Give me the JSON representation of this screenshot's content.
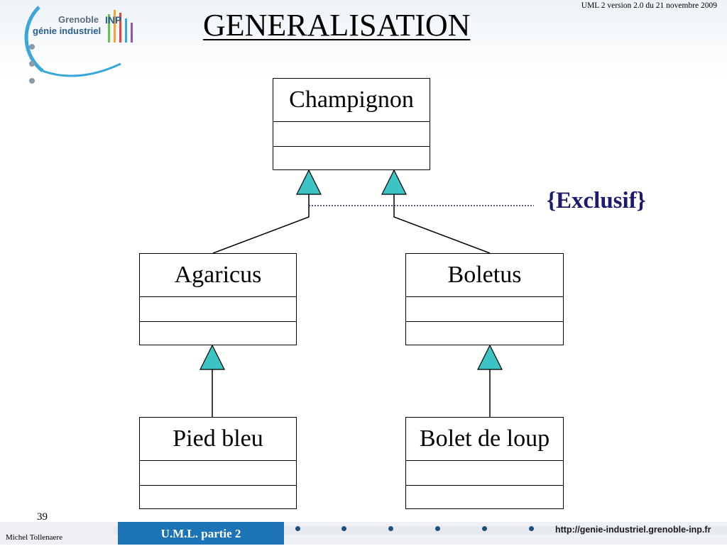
{
  "header": {
    "logo_line1": "Grenoble",
    "logo_inp": "INP",
    "logo_line2": "génie industriel",
    "title": "GENERALISATION",
    "version": "UML 2 version 2.0  du  21 novembre 2009"
  },
  "diagram": {
    "classes": [
      {
        "id": "champignon",
        "name": "Champignon"
      },
      {
        "id": "agaricus",
        "name": "Agaricus"
      },
      {
        "id": "boletus",
        "name": "Boletus"
      },
      {
        "id": "pied-bleu",
        "name": "Pied bleu"
      },
      {
        "id": "bolet-de-loup",
        "name": "Bolet de loup"
      }
    ],
    "generalizations": [
      {
        "child": "agaricus",
        "parent": "champignon"
      },
      {
        "child": "boletus",
        "parent": "champignon"
      },
      {
        "child": "pied-bleu",
        "parent": "agaricus"
      },
      {
        "child": "bolet-de-loup",
        "parent": "boletus"
      }
    ],
    "constraint": "{Exclusif}"
  },
  "footer": {
    "page_number": "39",
    "author": "Michel Tollenaere",
    "course": "U.M.L. partie 2",
    "url": "http://genie-industriel.grenoble-inp.fr"
  },
  "colors": {
    "arrow_fill": "#3cc4c4",
    "constraint_text": "#1a1a6e",
    "footer_tab": "#1c73b5"
  }
}
